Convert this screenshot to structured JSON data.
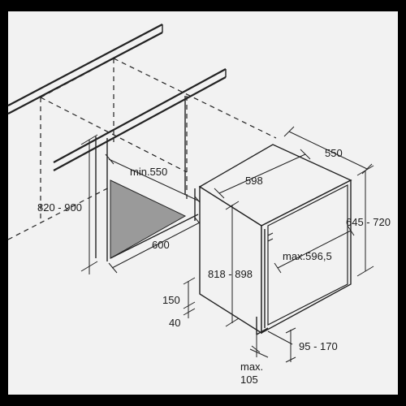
{
  "colors": {
    "frame": "#000000",
    "paper": "#f2f2f2",
    "line": "#222222",
    "niche_floor": "#9a9a9a"
  },
  "labels": {
    "min_550": "min.550",
    "d_550": "550",
    "d_598": "598",
    "h_820_900": "820 - 900",
    "d_600": "600",
    "h_645_720": "645 - 720",
    "max_596_5": "max.596,5",
    "h_818_898": "818 - 898",
    "d_150": "150",
    "d_40": "40",
    "d_95_170": "95 - 170",
    "max_label": "max.",
    "d_105": "105"
  }
}
